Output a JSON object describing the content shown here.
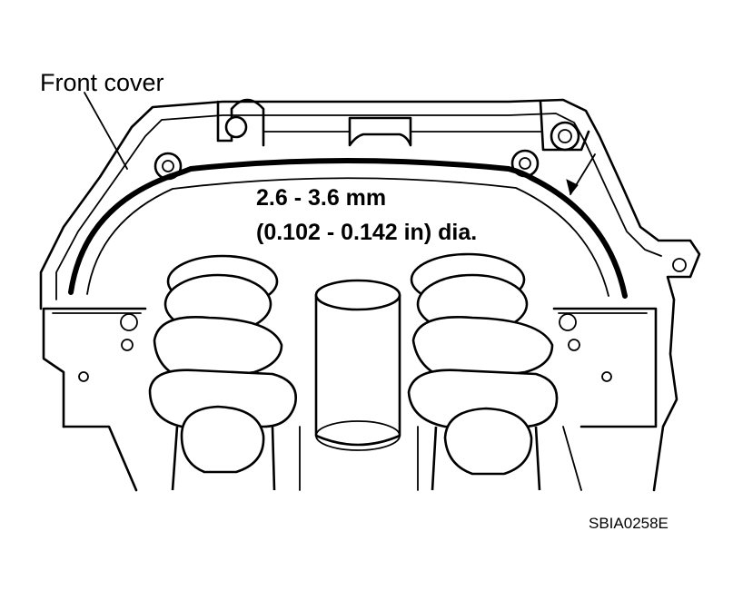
{
  "labels": {
    "front_cover": "Front cover",
    "dimension_mm": "2.6 - 3.6 mm",
    "dimension_in": "(0.102 - 0.142 in) dia.",
    "figure_code": "SBIA0258E"
  }
}
